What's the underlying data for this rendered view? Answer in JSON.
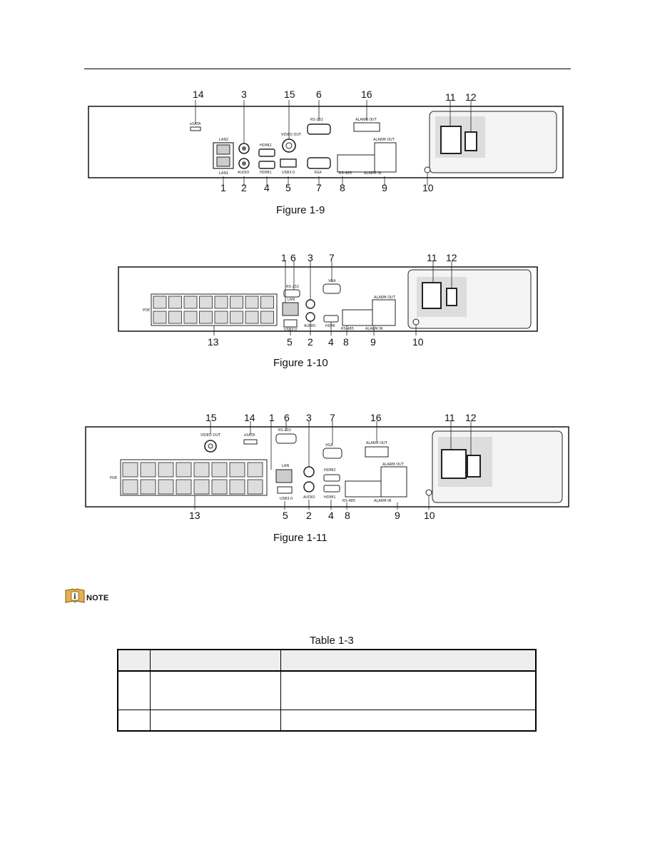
{
  "figures": [
    {
      "caption": "Figure 1-9",
      "callouts_top": [
        "14",
        "3",
        "15",
        "6",
        "16",
        "11",
        "12"
      ],
      "callouts_bottom": [
        "1",
        "2",
        "4",
        "5",
        "7",
        "8",
        "9",
        "10"
      ],
      "panel_labels": {
        "esata": "eSATA",
        "lan2": "LAN2",
        "lan1": "LAN1",
        "audio": "AUDIO",
        "video_out": "VIDEO OUT",
        "hdmi2": "HDMI2",
        "hdmi1": "HDMI1",
        "usb": "USB3.0",
        "rs232": "RS-232",
        "vga": "VGA",
        "rs485": "RS-485",
        "alarm_out": "ALARM OUT",
        "alarm_in": "ALARM IN"
      }
    },
    {
      "caption": "Figure 1-10",
      "callouts_top": [
        "1",
        "6",
        "3",
        "7",
        "11",
        "12"
      ],
      "callouts_bottom": [
        "13",
        "5",
        "2",
        "4",
        "8",
        "9",
        "10"
      ],
      "panel_labels": {
        "poe": "POE",
        "lan": "LAN",
        "rs232": "RS-232",
        "vga": "VGA",
        "usb": "USB3.0",
        "audio": "AUDIO",
        "hdmi": "HDMI",
        "rs485": "RS-485",
        "alarm_out": "ALARM OUT",
        "alarm_in": "ALARM IN"
      }
    },
    {
      "caption": "Figure 1-11",
      "callouts_top": [
        "15",
        "14",
        "1",
        "6",
        "3",
        "7",
        "16",
        "11",
        "12"
      ],
      "callouts_bottom": [
        "13",
        "5",
        "2",
        "4",
        "8",
        "9",
        "10"
      ],
      "panel_labels": {
        "video_out": "VIDEO OUT",
        "esata": "eSATA",
        "poe": "POE",
        "lan": "LAN",
        "rs232": "RS-232",
        "vga": "VGA",
        "usb": "USB3.0",
        "audio": "AUDIO",
        "hdmi2": "HDMI2",
        "hdmi1": "HDMI1",
        "rs485": "RS-485",
        "alarm_out": "ALARM OUT",
        "alarm_in": "ALARM IN"
      }
    }
  ],
  "note": {
    "label": "NOTE"
  },
  "table": {
    "caption": "Table 1-3"
  }
}
